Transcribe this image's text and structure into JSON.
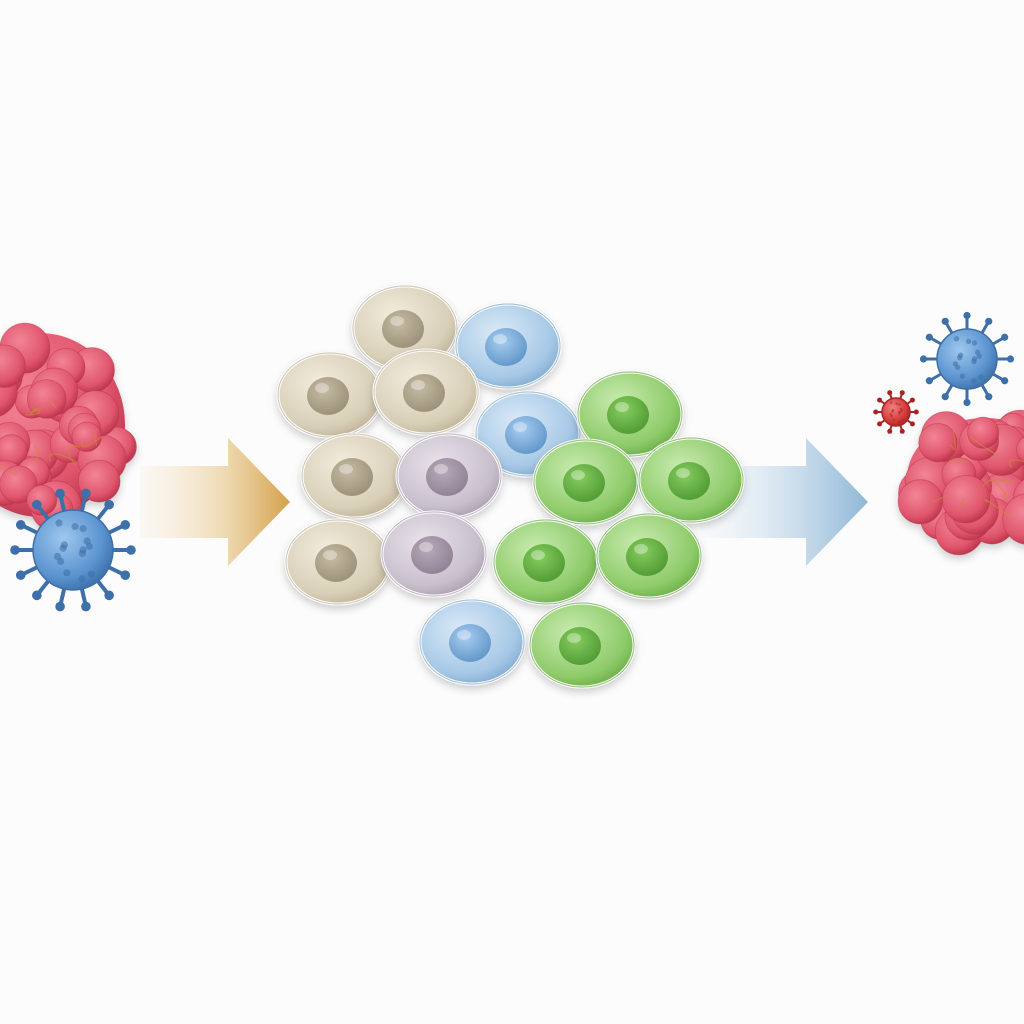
{
  "figure": {
    "stages": [
      "input",
      "cell-cluster",
      "output"
    ]
  },
  "palette": {
    "background": "#fcfcfc",
    "tumor_fill": "#e0566c",
    "tumor_shadow": "#b83249",
    "tumor_vein": "#c98a38",
    "virus_blue": "#5a93cf",
    "virus_red": "#d33a3a",
    "arrow_left": "#d4a04a",
    "arrow_right": "#8fb7d6",
    "cell_beige": "#d8cfb8",
    "cell_purple": "#c8bfcc",
    "cell_blue": "#a6c8e6",
    "cell_green": "#8ecb6a"
  },
  "cells": [
    {
      "type": "beige"
    },
    {
      "type": "blue"
    },
    {
      "type": "beige"
    },
    {
      "type": "beige"
    },
    {
      "type": "blue"
    },
    {
      "type": "green"
    },
    {
      "type": "beige"
    },
    {
      "type": "purple"
    },
    {
      "type": "green"
    },
    {
      "type": "green"
    },
    {
      "type": "beige"
    },
    {
      "type": "purple"
    },
    {
      "type": "green"
    },
    {
      "type": "green"
    },
    {
      "type": "blue"
    },
    {
      "type": "green"
    }
  ]
}
